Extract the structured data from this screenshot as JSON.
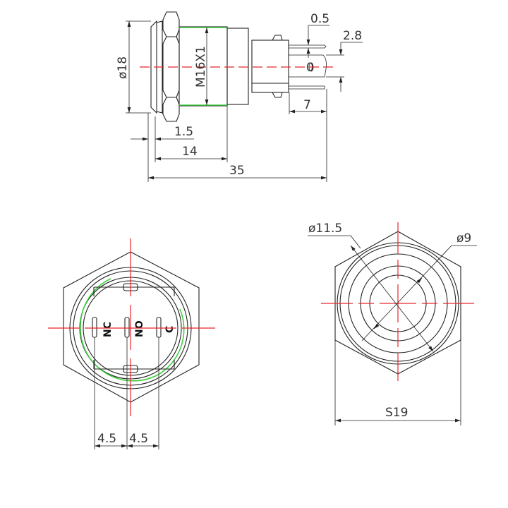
{
  "side_view": {
    "dims": {
      "diameter": "ø18",
      "thread": "M16X1",
      "pin_thickness": "0.5",
      "pin_width": "2.8",
      "pin_length": "7",
      "flange": "1.5",
      "body": "14",
      "total": "35"
    },
    "hole_label": "0"
  },
  "rear_view": {
    "pins": [
      "NC",
      "NO",
      "C"
    ],
    "dims": {
      "pitch_left": "4.5",
      "pitch_right": "4.5"
    }
  },
  "front_view": {
    "dims": {
      "outer_ring": "ø11.5",
      "lens": "ø9",
      "hex": "S19"
    }
  },
  "colors": {
    "centerline": "#e8262a",
    "thread": "#3fcf3f",
    "line": "#222222"
  }
}
